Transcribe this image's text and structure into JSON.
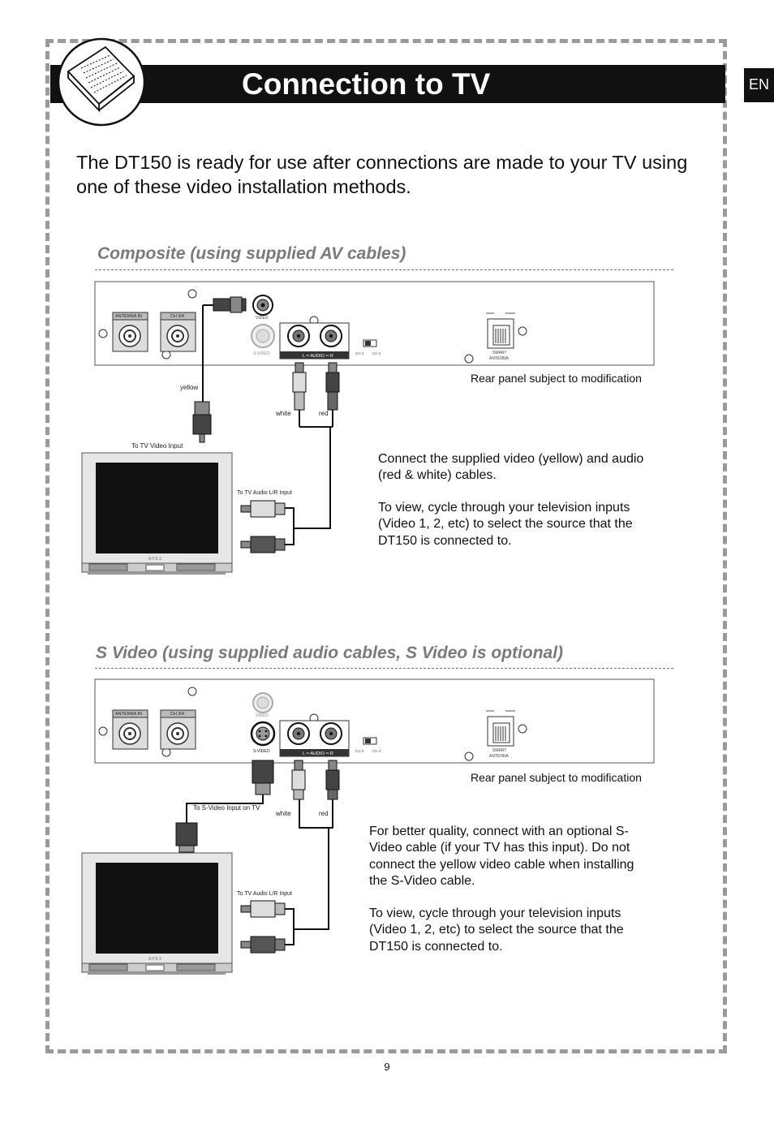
{
  "header": {
    "title": "Connection to TV",
    "language_tab": "EN"
  },
  "intro": "The DT150 is ready for use after connections are made to your TV using one of these video installation methods.",
  "composite": {
    "title": "Composite (using supplied AV cables)",
    "panel_note": "Rear panel subject to modification",
    "labels": {
      "antenna_in": "ANTENNA IN",
      "ch34": "CH 3/4",
      "video": "VIDEO",
      "svideo": "S-VIDEO",
      "audio": "L ═ AUDIO ═ R",
      "ch3": "CH 3",
      "ch4": "CH 4",
      "smart": "SMART",
      "antenna": "ANTENNA",
      "yellow": "yellow",
      "white": "white",
      "red": "red",
      "tv_video_input": "To TV Video Input",
      "tv_audio_input": "To TV Audio L/R Input",
      "tv_brand": "APEX"
    },
    "paragraphs": [
      "Connect the supplied video (yellow) and audio (red & white) cables.",
      "To view, cycle through your television inputs (Video 1, 2, etc) to select the source that the DT150 is connected to."
    ]
  },
  "svideo": {
    "title_lead": "S Video",
    "title_rest": "(using supplied audio cables, S Video is optional)",
    "panel_note": "Rear panel subject to modification",
    "labels": {
      "antenna_in": "ANTENNA IN",
      "ch34": "CH 3/4",
      "video": "VIDEO",
      "svideo": "S-VIDEO",
      "audio": "L ═ AUDIO ═ R",
      "ch3": "CH 3",
      "ch4": "CH 4",
      "smart": "SMART",
      "antenna": "ANTENNA",
      "white": "white",
      "red": "red",
      "tv_svideo_input": "To S-Video Input on TV",
      "tv_audio_input": "To TV Audio L/R  Input",
      "tv_brand": "APEX"
    },
    "paragraphs": [
      "For better quality, connect with an optional S-Video cable (if your TV has this input). Do not connect the yellow video cable when installing the S-Video cable.",
      "To view, cycle through your television inputs (Video 1, 2, etc) to select the source that the DT150 is connected to."
    ]
  },
  "page_number": "9"
}
